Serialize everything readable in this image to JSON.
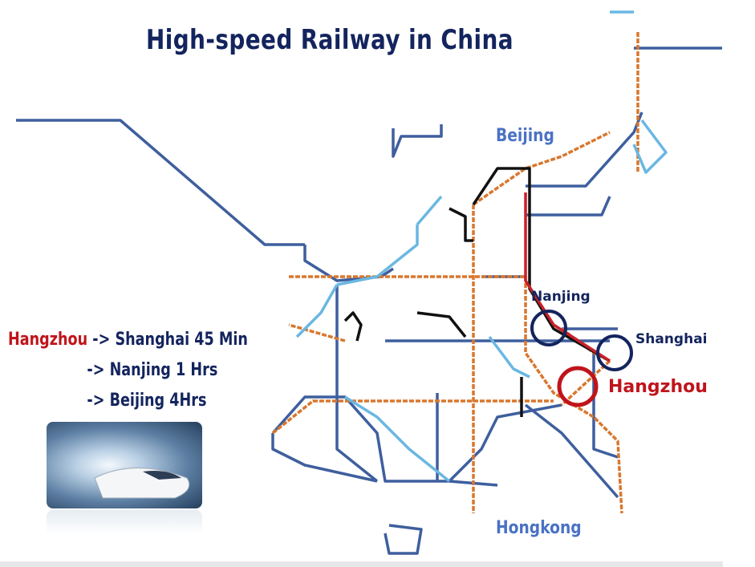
{
  "title": "High-speed Railway in China",
  "cities": {
    "beijing": "Beijing",
    "nanjing": "Nanjing",
    "shanghai": "Shanghai",
    "hangzhou": "Hangzhou",
    "hongkong": "Hongkong"
  },
  "travel_times": {
    "origin": "Hangzhou",
    "rows": [
      {
        "text": "-> Shanghai 45 Min"
      },
      {
        "text": "-> Nanjing 1 Hrs"
      },
      {
        "text": "-> Beijing 4Hrs"
      }
    ]
  },
  "colors": {
    "title": "#13245e",
    "hangzhou": "#c0141b",
    "city_label_light": "#4a72c4",
    "line_blue": "#3e5f9e",
    "line_orange": "#d9772e",
    "line_lightblue": "#6ab7e2",
    "line_black": "#111111",
    "line_red": "#c8202a"
  }
}
